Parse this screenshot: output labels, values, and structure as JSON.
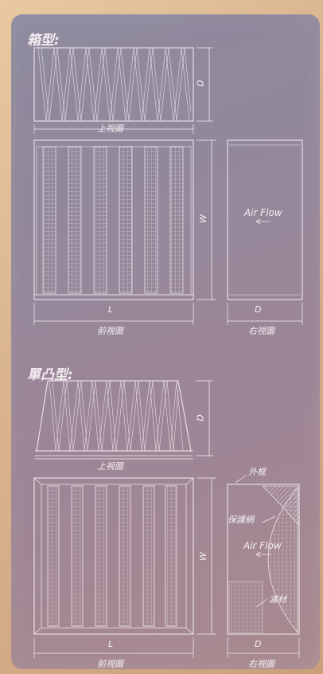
{
  "sections": {
    "box_type": {
      "title": "箱型:",
      "top_view_label": "上視圖",
      "front_view_label": "前視圖",
      "right_view_label": "右視圖",
      "dim_depth": "D",
      "dim_width": "W",
      "dim_length": "L",
      "dim_depth_right": "D",
      "airflow": "Air Flow"
    },
    "single_convex": {
      "title": "單凸型:",
      "top_view_label": "上視圖",
      "front_view_label": "前視圖",
      "right_view_label": "右視圖",
      "dim_depth": "D",
      "dim_width": "W",
      "dim_length": "L",
      "dim_depth_right": "D",
      "airflow": "Air Flow",
      "callout_frame": "外框",
      "callout_mesh": "保護網",
      "callout_media": "濾材"
    }
  },
  "colors": {
    "line": "#f4eef2",
    "panel_top": "#8e8a9e",
    "panel_bottom": "#a98a8f",
    "background": "#d9b48e"
  }
}
